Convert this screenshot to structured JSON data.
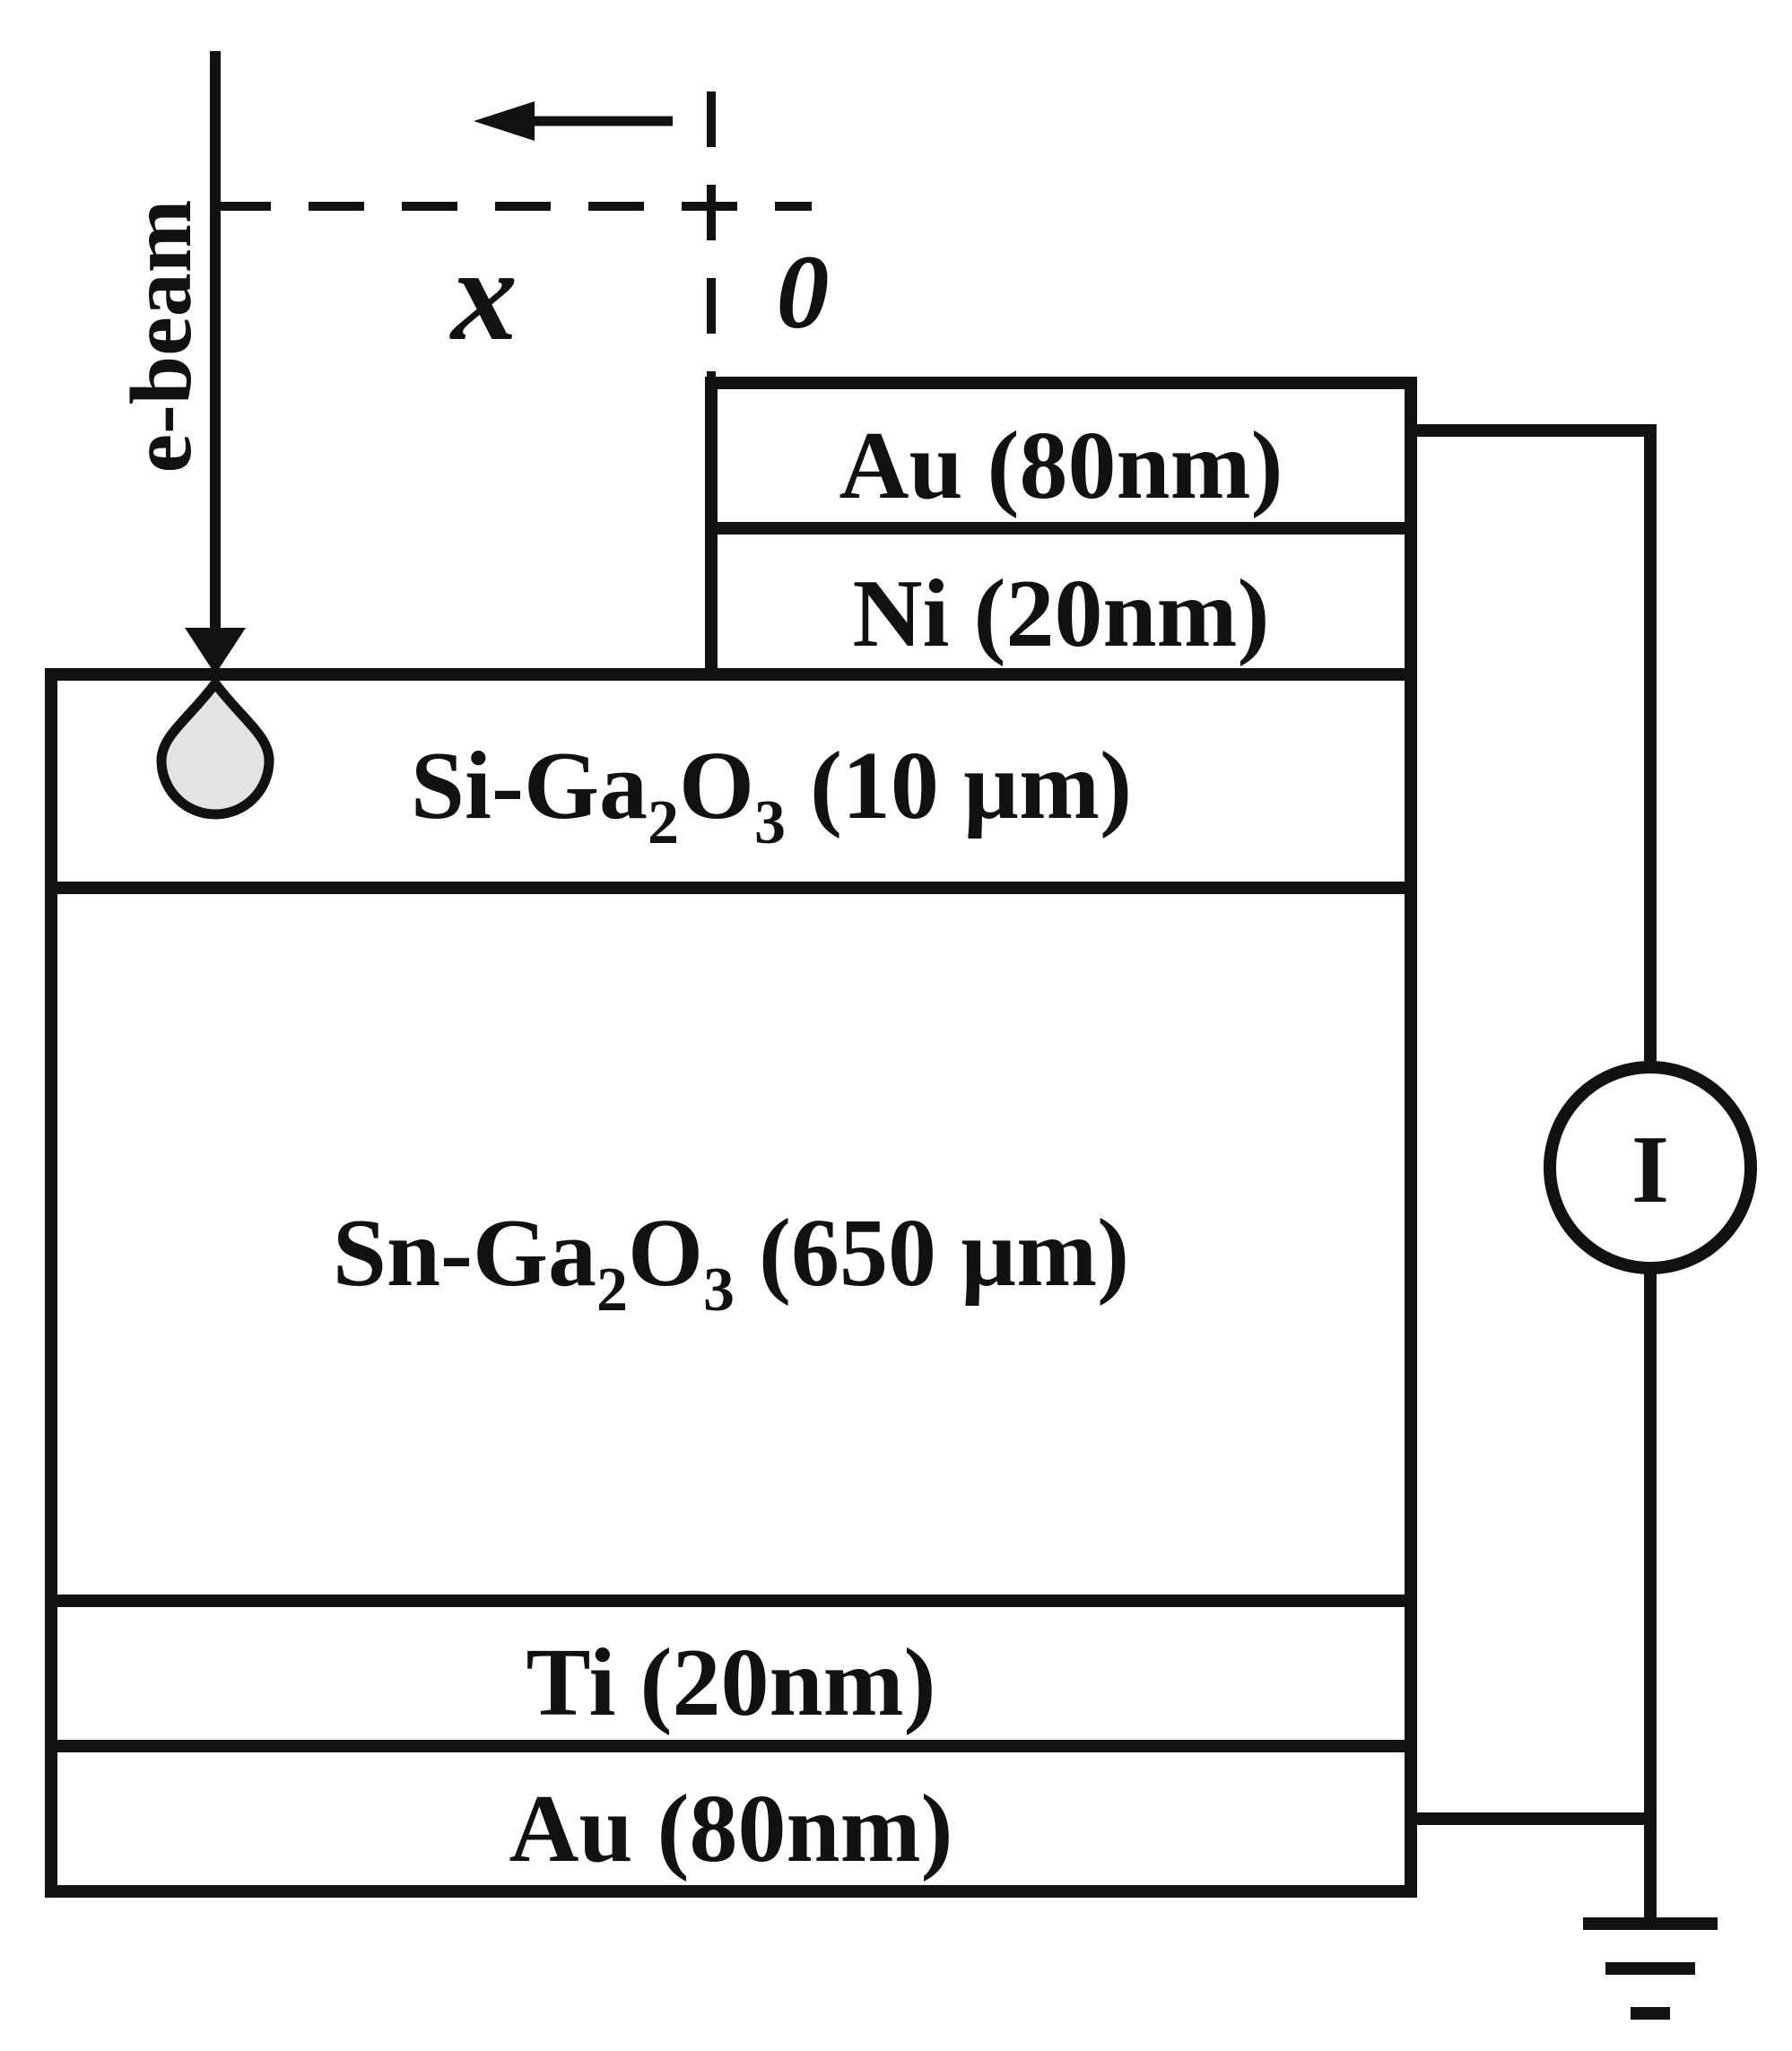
{
  "beam": {
    "label": "e-beam"
  },
  "axis": {
    "variable": "x",
    "origin": "0"
  },
  "layers": {
    "top_au": "Au (80nm)",
    "top_ni": "Ni (20nm)",
    "epi": {
      "prefix": "Si-Ga",
      "sub_ga": "2",
      "mid": "O",
      "sub_o": "3",
      "suffix": " (10 µm)"
    },
    "substrate": {
      "prefix": "Sn-Ga",
      "sub_ga": "2",
      "mid": "O",
      "sub_o": "3",
      "suffix": " (650 µm)"
    },
    "bottom_ti": "Ti (20nm)",
    "bottom_au": "Au (80nm)"
  },
  "meter": {
    "label": "I"
  },
  "colors": {
    "line": "#111111",
    "generation_volume": "#e3e3e3"
  }
}
